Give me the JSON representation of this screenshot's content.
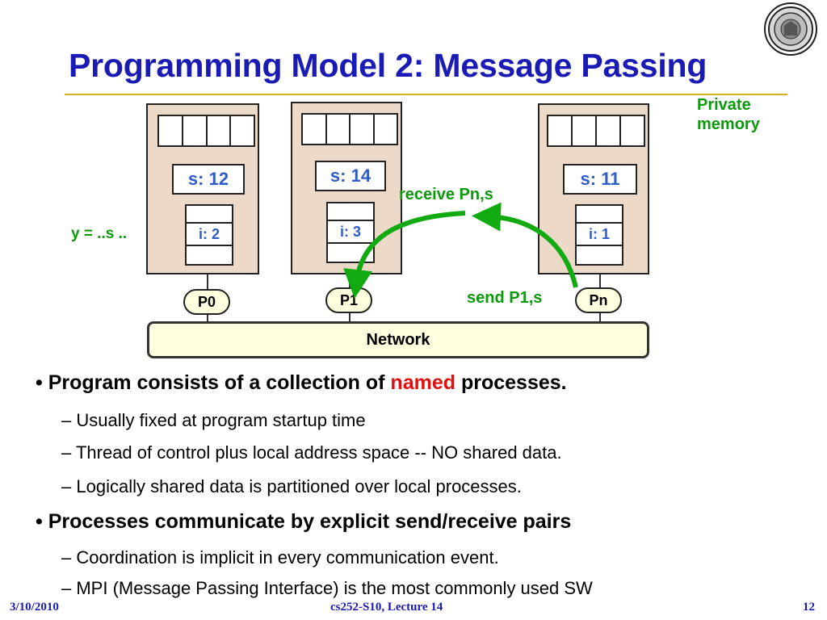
{
  "slide": {
    "title": "Programming Model 2: Message Passing"
  },
  "diagram": {
    "private_memory_line1": "Private",
    "private_memory_line2": "memory",
    "assign_label": "y = ..s ..",
    "receive_label": "receive Pn,s",
    "send_label": "send P1,s",
    "network_label": "Network",
    "processors": [
      {
        "label": "P0",
        "s": "s: 12",
        "i": "i: 2"
      },
      {
        "label": "P1",
        "s": "s: 14",
        "i": "i: 3"
      },
      {
        "label": "Pn",
        "s": "s: 11",
        "i": "i: 1"
      }
    ],
    "colors": {
      "arrow": "#11aa11",
      "box": "#ecd9c8",
      "value_text": "#2e5cc8",
      "title": "#1a1ab4"
    }
  },
  "bullets": {
    "b1_pre": "Program consists of a collection of ",
    "b1_highlight": "named",
    "b1_post": " processes.",
    "b1_subs": [
      "Usually fixed at program startup time",
      "Thread of control plus local address space -- NO shared data.",
      "Logically shared data is partitioned over local processes."
    ],
    "b2": "Processes communicate by explicit send/receive pairs",
    "b2_subs": [
      "Coordination is implicit in every communication event.",
      "MPI (Message Passing Interface) is the most commonly used SW"
    ]
  },
  "footer": {
    "date": "3/10/2010",
    "course": "cs252-S10, Lecture 14",
    "page": "12"
  }
}
